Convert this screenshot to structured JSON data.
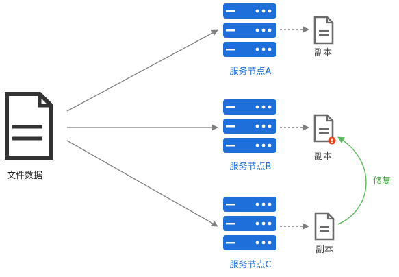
{
  "source": {
    "label": "文件数据",
    "icon": "document-icon"
  },
  "nodes": [
    {
      "label": "服务节点A",
      "copy_label": "副本",
      "copy_status": "ok"
    },
    {
      "label": "服务节点B",
      "copy_label": "副本",
      "copy_status": "error"
    },
    {
      "label": "服务节点C",
      "copy_label": "副本",
      "copy_status": "ok"
    }
  ],
  "repair": {
    "label": "修复",
    "from": "服务节点C",
    "to": "服务节点B"
  },
  "colors": {
    "server": "#1e6fd9",
    "arrow": "#7f7f7f",
    "document": "#333333",
    "copy": "#6b6b6b",
    "error": "#e8401c",
    "repair": "#5cb85c"
  }
}
